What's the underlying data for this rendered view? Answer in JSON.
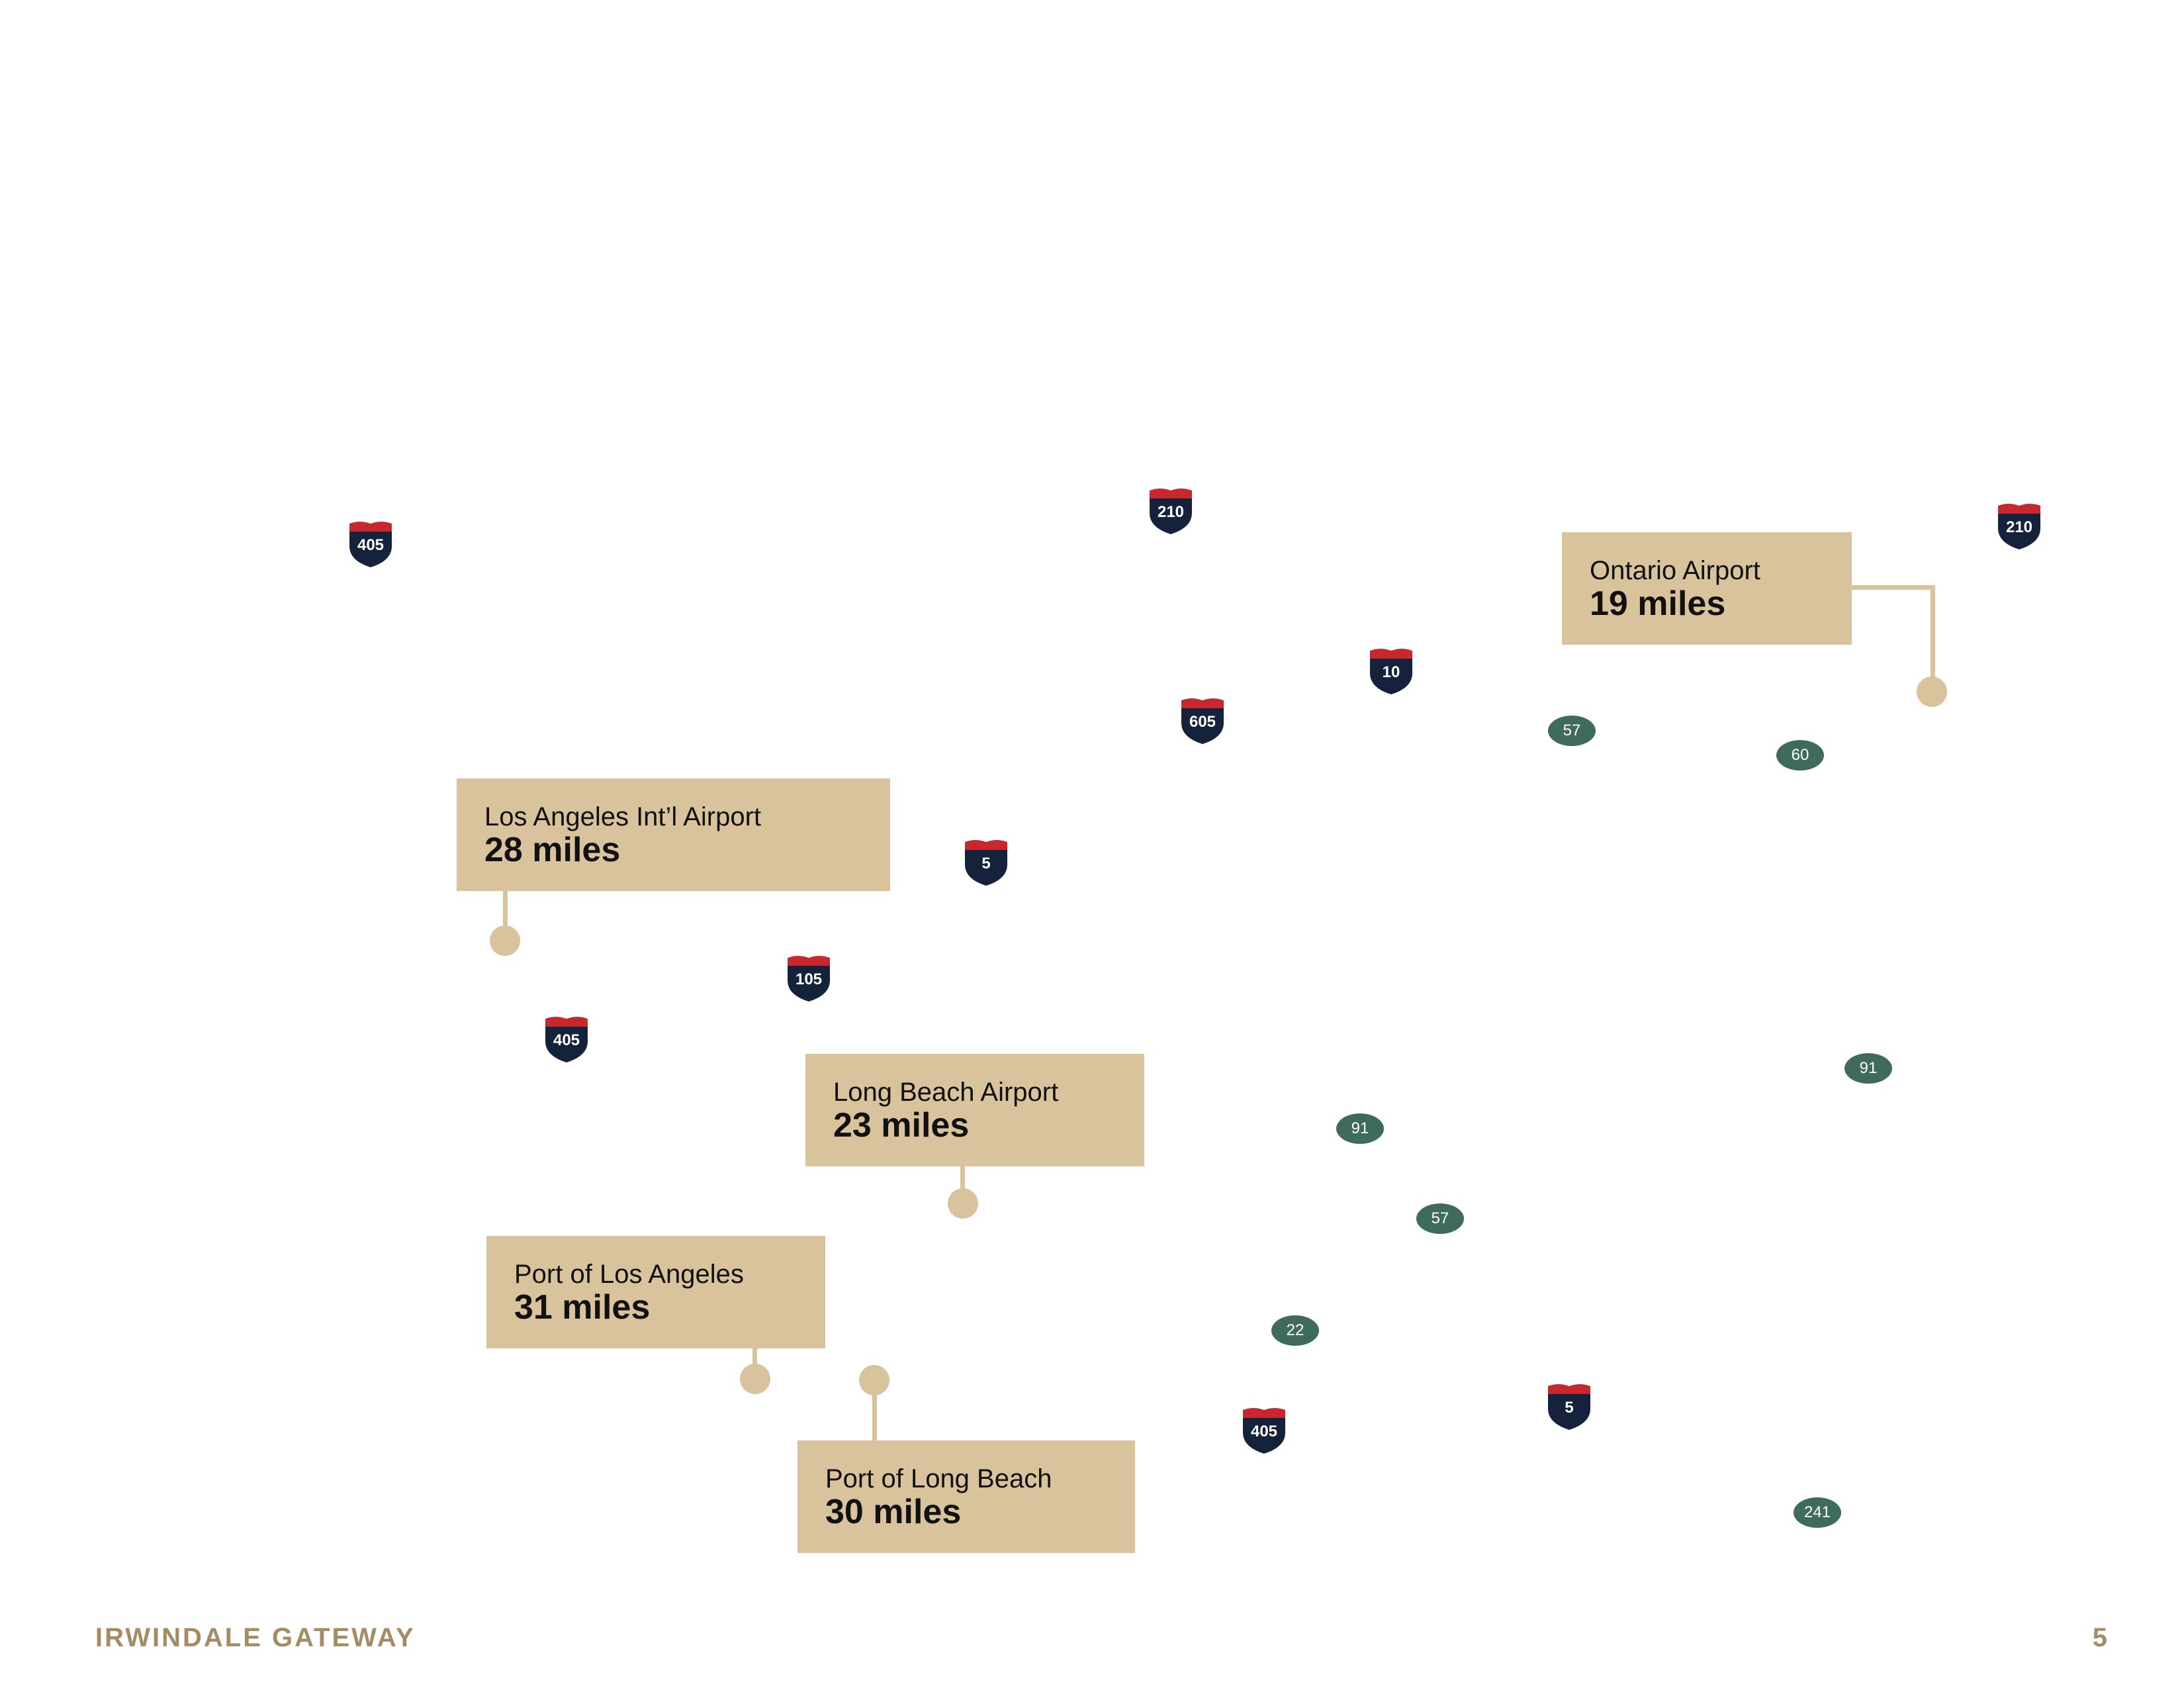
{
  "colors": {
    "callout_fill": "#d8c39d",
    "interstate_blue": "#14233b",
    "interstate_red": "#c8282d",
    "state_route_green": "#3e6b5a",
    "footer_text": "#a48c64"
  },
  "interstates": [
    "405",
    "210",
    "210",
    "10",
    "605",
    "5",
    "105",
    "405",
    "405",
    "5"
  ],
  "state_routes": [
    "57",
    "60",
    "91",
    "91",
    "57",
    "22",
    "241"
  ],
  "callouts": [
    {
      "name": "Ontario Airport",
      "distance": "19 miles"
    },
    {
      "name": "Los Angeles Int’l Airport",
      "distance": "28 miles"
    },
    {
      "name": "Long Beach Airport",
      "distance": "23 miles"
    },
    {
      "name": "Port of Los Angeles",
      "distance": "31 miles"
    },
    {
      "name": "Port of Long Beach",
      "distance": "30 miles"
    }
  ],
  "footer": {
    "title": "IRWINDALE GATEWAY",
    "page_number": "5"
  }
}
